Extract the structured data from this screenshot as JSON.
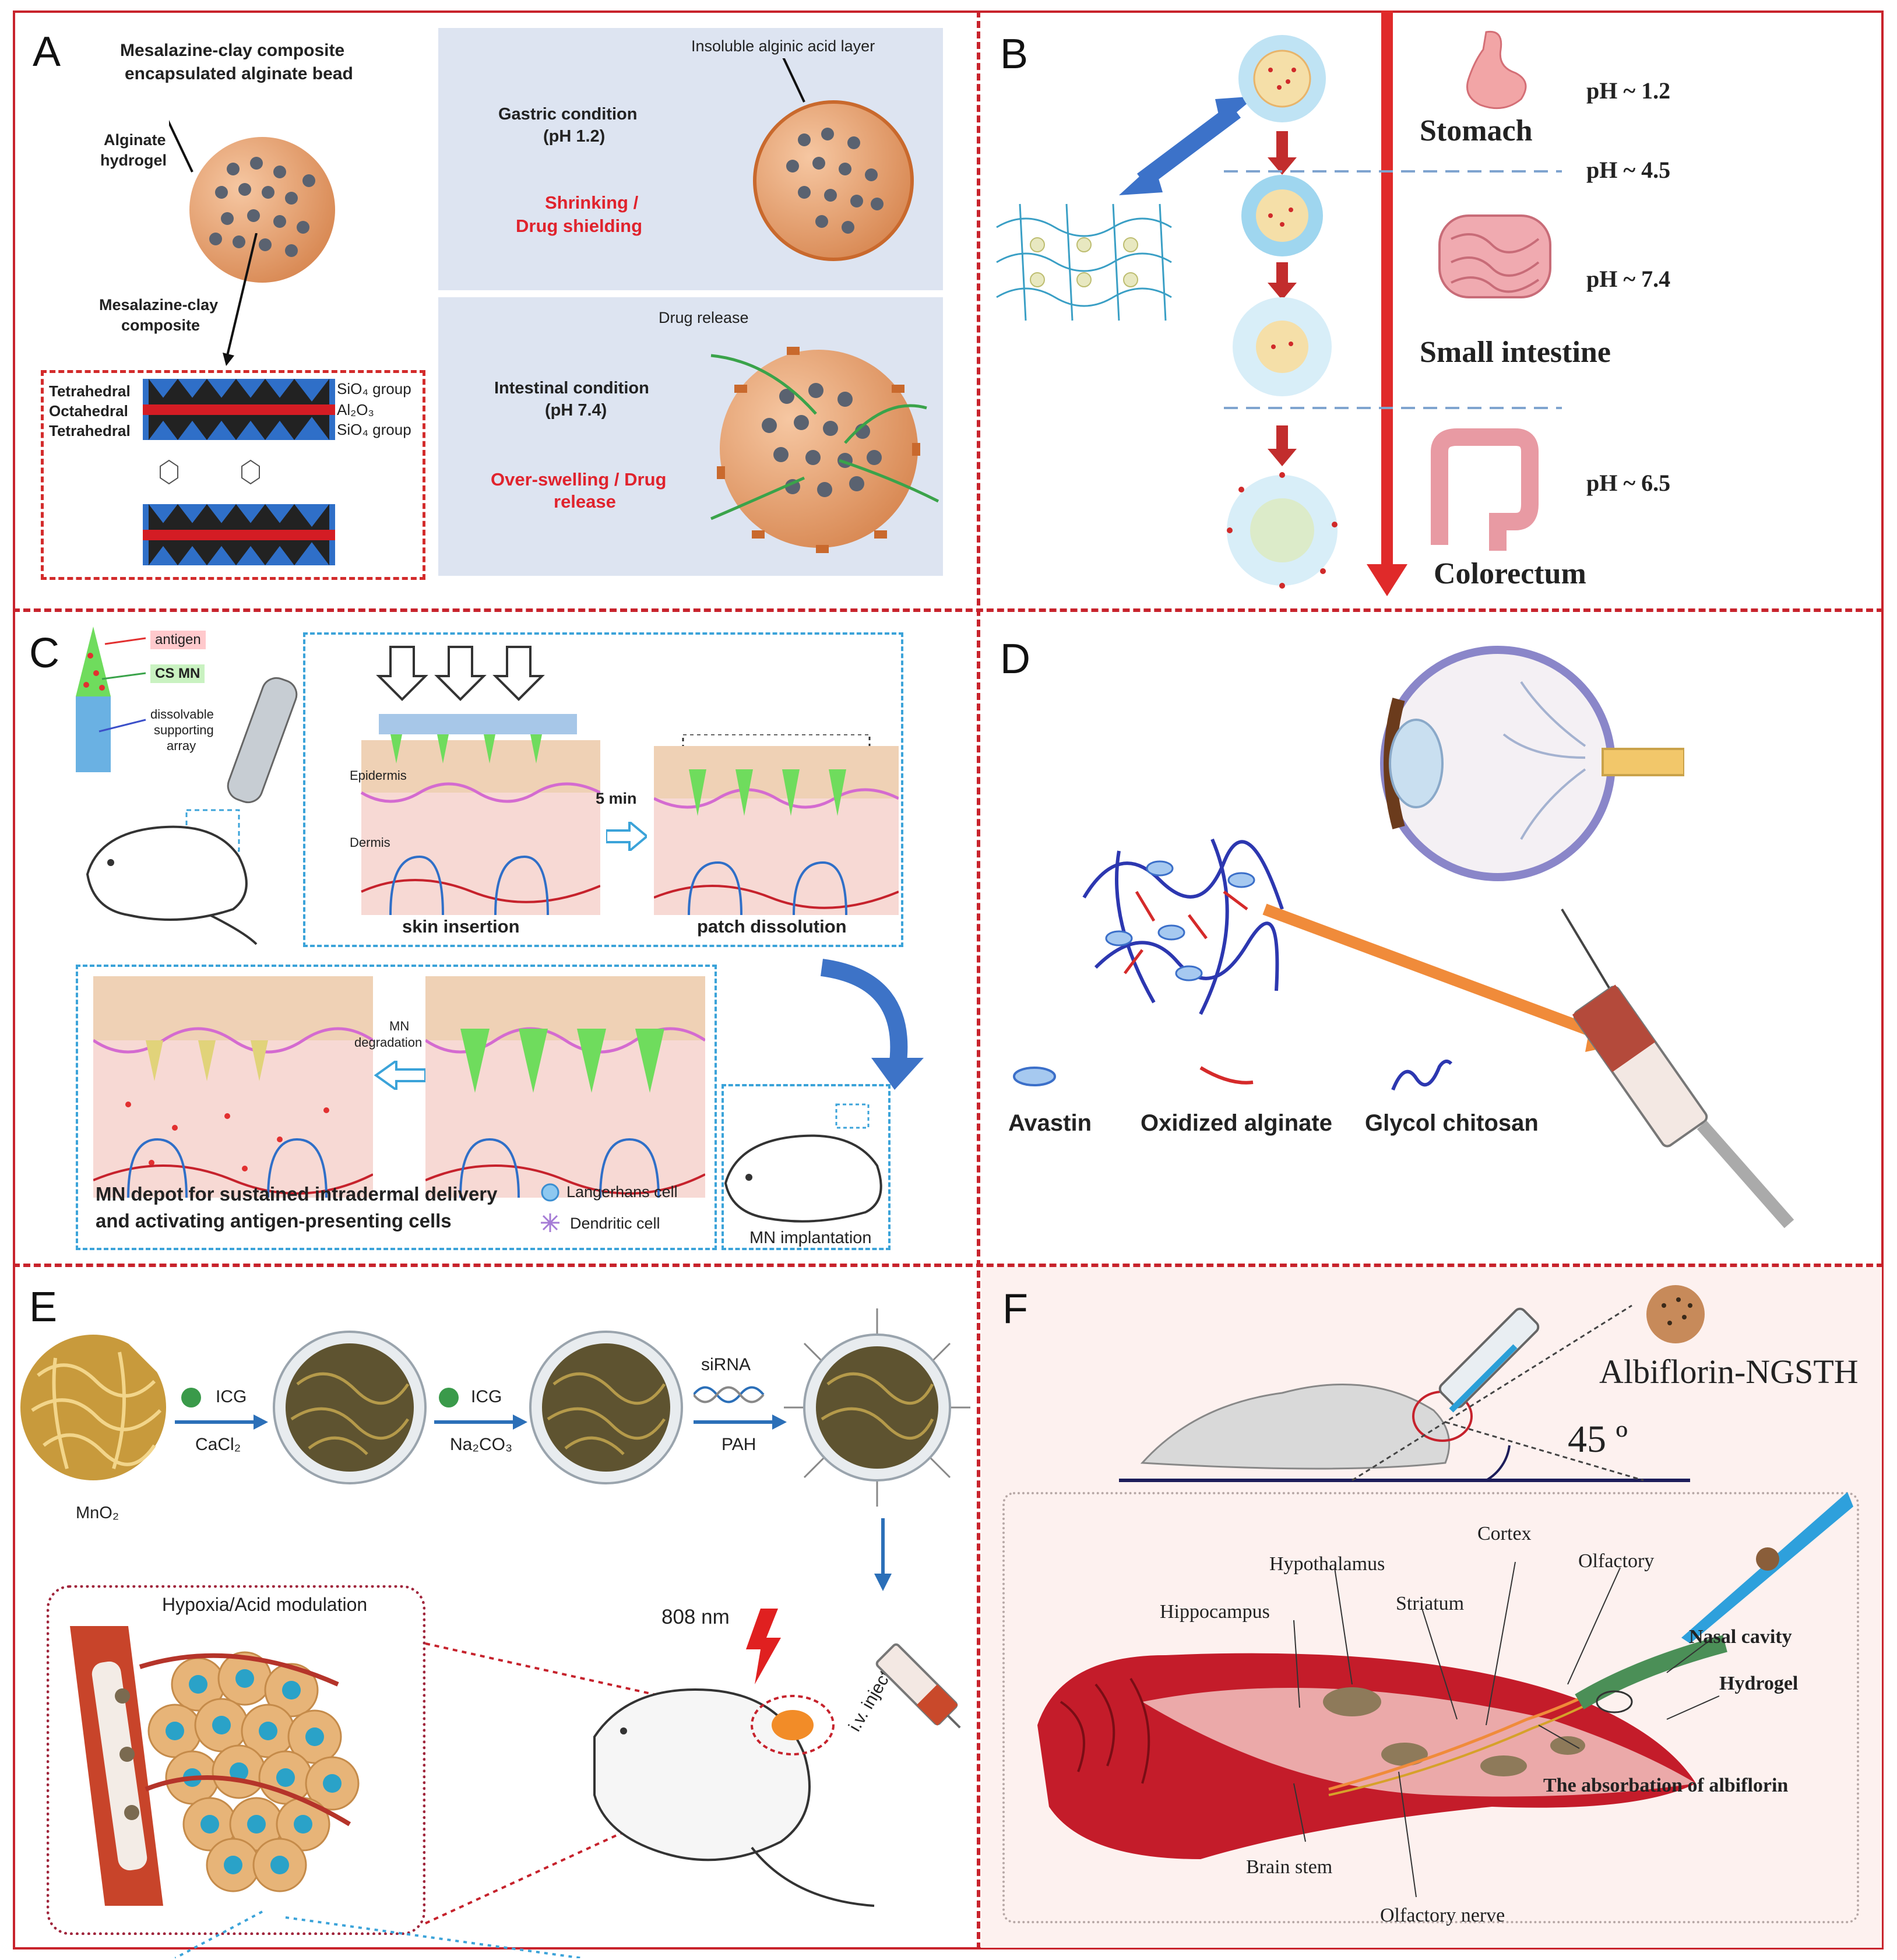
{
  "panels": {
    "a": {
      "letter": "A",
      "title_line1": "Mesalazine-clay composite",
      "title_line2": "encapsulated alginate bead",
      "alginate_label_1": "Alginate",
      "alginate_label_2": "hydrogel",
      "composite_label_1": "Mesalazine-clay",
      "composite_label_2": "composite",
      "layer_tetrahedral_1": "Tetrahedral",
      "layer_octahedral": "Octahedral",
      "layer_tetrahedral_2": "Tetrahedral",
      "group_sio4_1": "SiO₄ group",
      "group_al2o3": "Al₂O₃",
      "group_sio4_2": "SiO₄ group",
      "insoluble_layer": "Insoluble alginic acid layer",
      "gastric_1": "Gastric condition",
      "gastric_2": "(pH 1.2)",
      "shrink_1": "Shrinking /",
      "shrink_2": "Drug shielding",
      "drug_release": "Drug release",
      "intestinal_1": "Intestinal condition",
      "intestinal_2": "(pH 7.4)",
      "swell_1": "Over-swelling / Drug",
      "swell_2": "release"
    },
    "b": {
      "letter": "B",
      "stomach": "Stomach",
      "small_intestine": "Small intestine",
      "colorectum": "Colorectum",
      "ph_1": "pH ~ 1.2",
      "ph_2": "pH ~ 4.5",
      "ph_3": "pH ~ 7.4",
      "ph_4": "pH ~ 6.5"
    },
    "c": {
      "letter": "C",
      "antigen": "antigen",
      "cs_mn": "CS MN",
      "dissolvable_1": "dissolvable",
      "dissolvable_2": "supporting",
      "dissolvable_3": "array",
      "epidermis": "Epidermis",
      "dermis": "Dermis",
      "five_min": "5 min",
      "skin_insertion": "skin insertion",
      "patch_dissolution": "patch dissolution",
      "mn_deg_1": "MN",
      "mn_deg_2": "degradation",
      "depot_1": "MN depot for sustained intradermal delivery",
      "depot_2": "and activating antigen-presenting cells",
      "langerhans": "Langerhans cell",
      "dendritic": "Dendritic cell",
      "implantation": "MN implantation"
    },
    "d": {
      "letter": "D",
      "avastin": "Avastin",
      "oxidized_alginate": "Oxidized alginate",
      "glycol_chitosan": "Glycol chitosan"
    },
    "e": {
      "letter": "E",
      "icg_1": "ICG",
      "cacl2": "CaCl₂",
      "icg_2": "ICG",
      "na2co3": "Na₂CO₃",
      "sirna": "siRNA",
      "pah": "PAH",
      "mno2": "MnO₂",
      "hypoxia": "Hypoxia/Acid  modulation",
      "nm808": "808 nm",
      "iv_injection": "i.v. injection"
    },
    "f": {
      "letter": "F",
      "albiflorin": "Albiflorin-NGSTH",
      "angle": "45 º",
      "hypothalamus": "Hypothalamus",
      "cortex": "Cortex",
      "olfactory": "Olfactory",
      "hippocampus": "Hippocampus",
      "striatum": "Striatum",
      "nasal_cavity": "Nasal cavity",
      "hydrogel": "Hydrogel",
      "absorbation": "The absorbation of albiflorin",
      "brain_stem": "Brain stem",
      "olfactory_nerve": "Olfactory nerve"
    }
  },
  "colors": {
    "divider_red": "#c8232c",
    "highlight_red": "#e0232d",
    "panel_blue_bg": "#dde4f1",
    "dashed_blue": "#3ba3d9",
    "bead_orange": "#e9a071",
    "tissue_pink": "#f7d9d4",
    "brain_red": "#b8202a"
  }
}
